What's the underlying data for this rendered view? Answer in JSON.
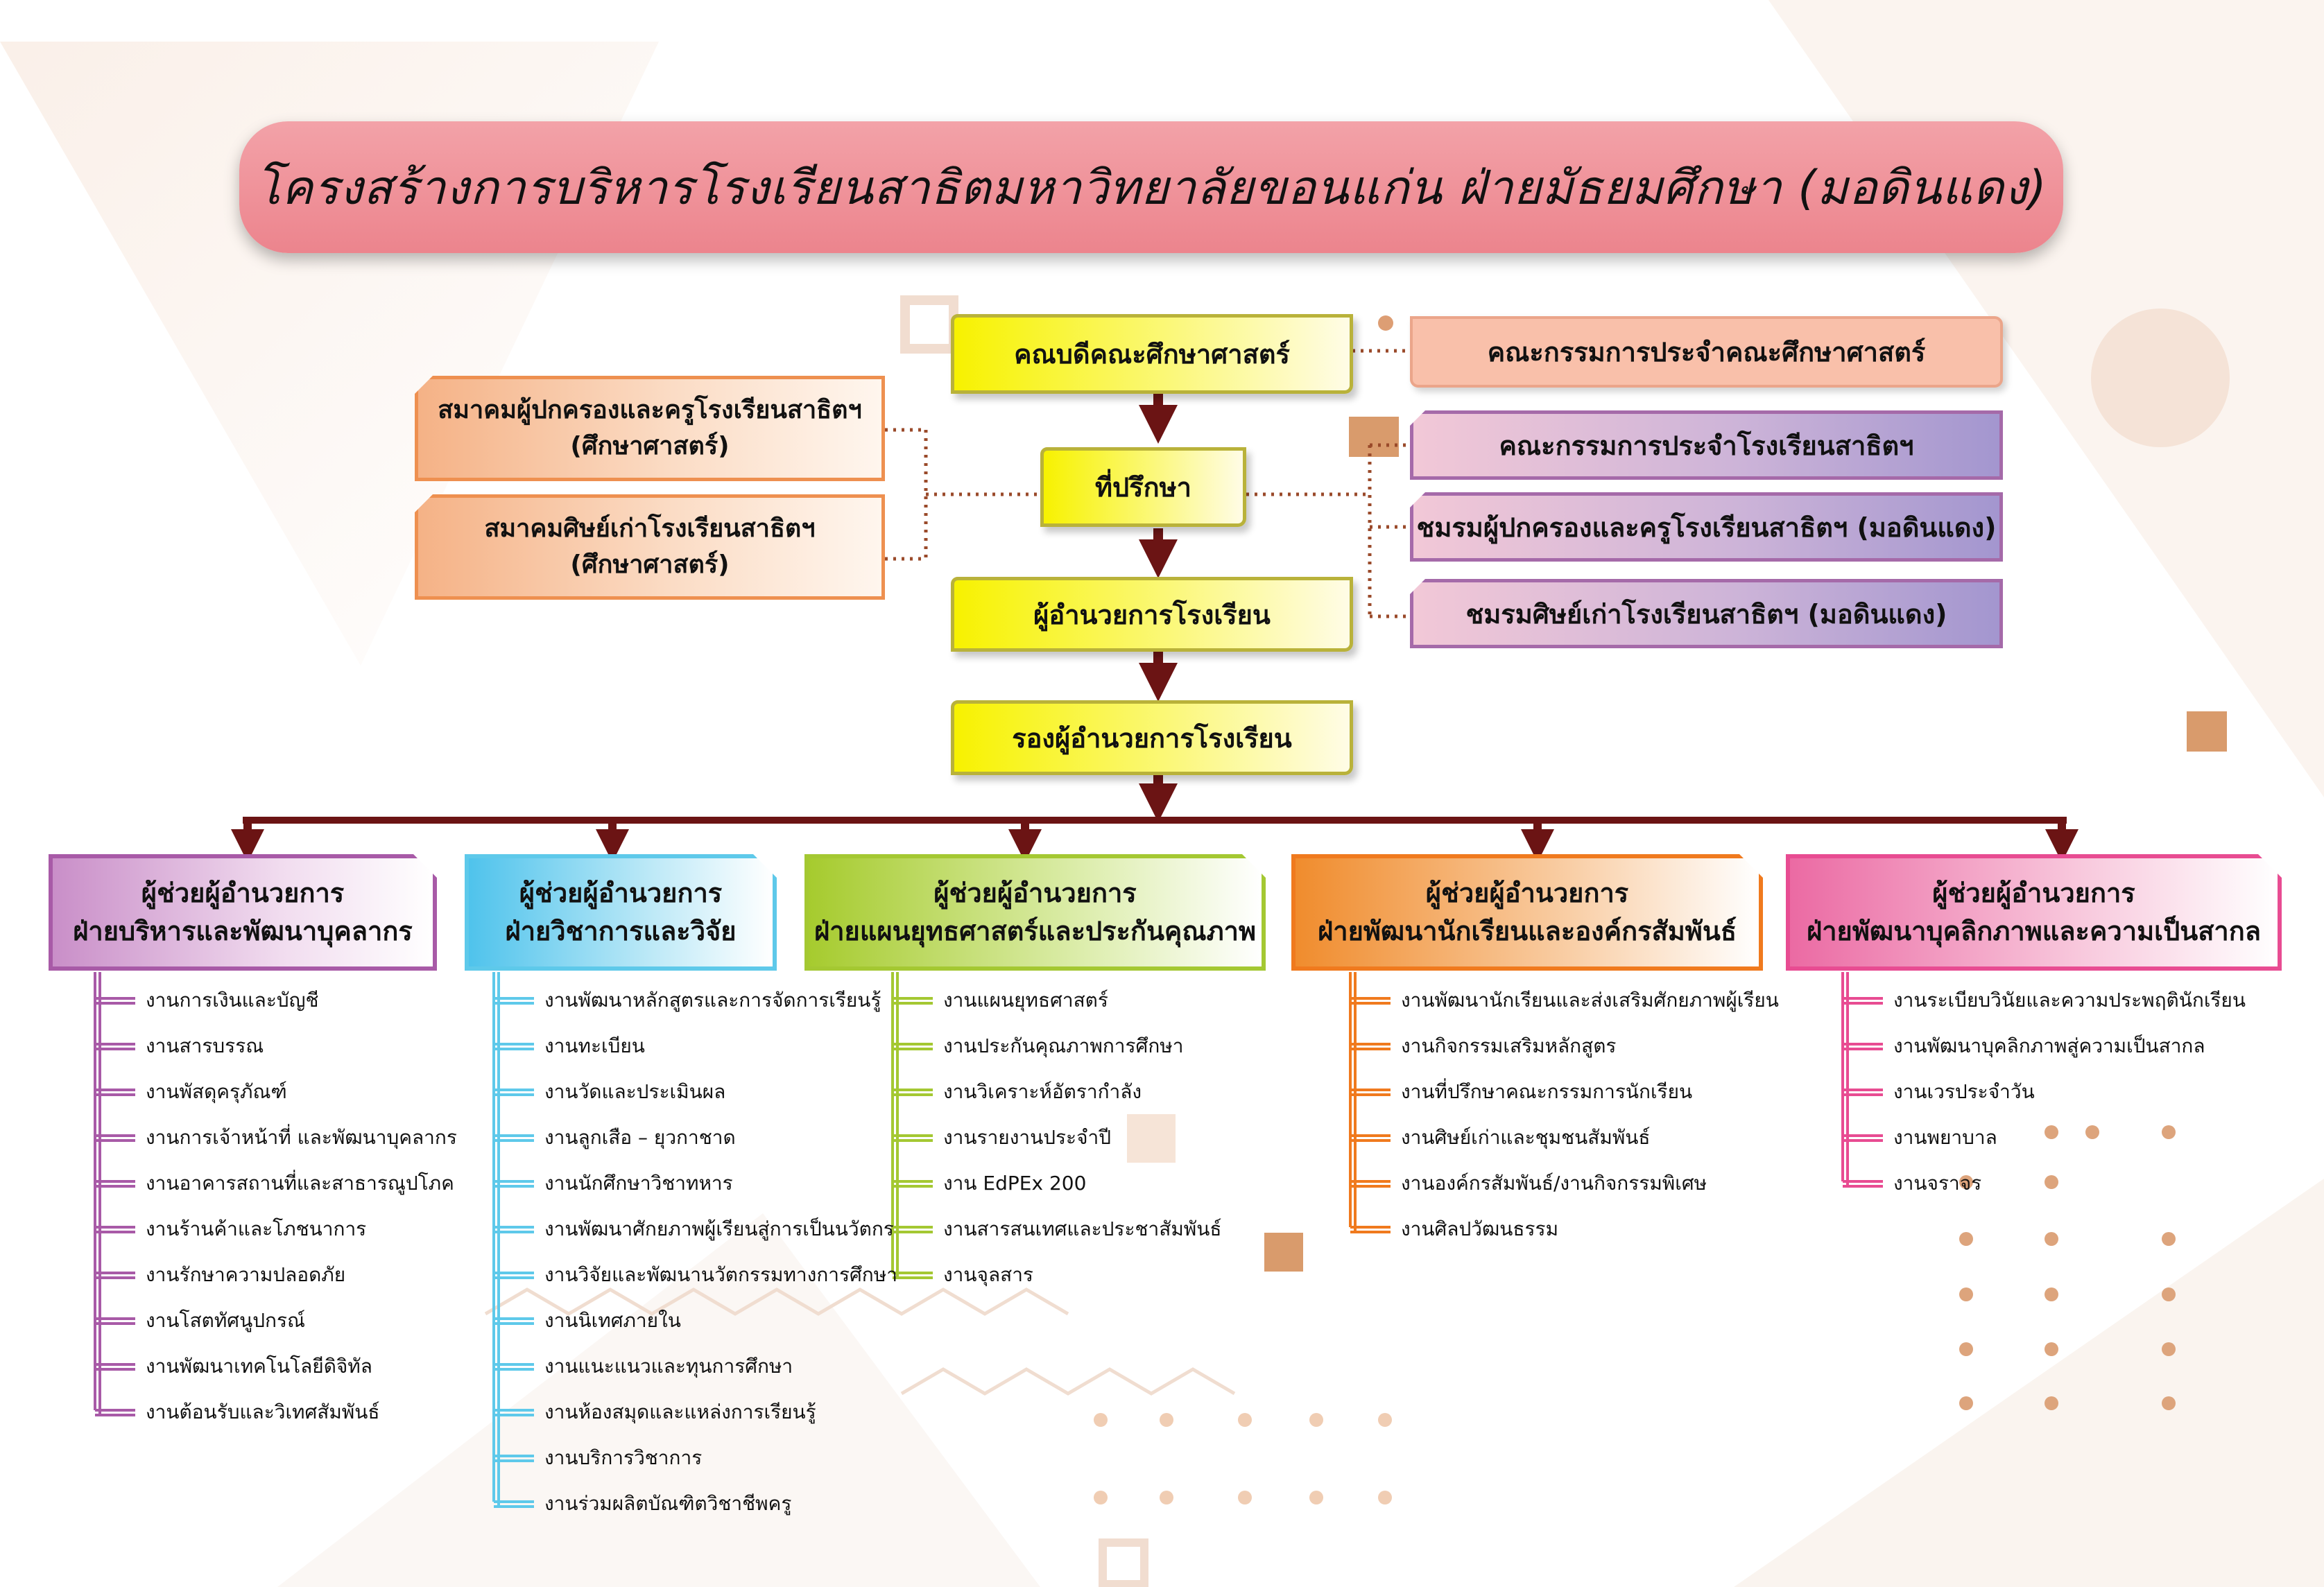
{
  "title": "โครงสร้างการบริหารโรงเรียนสาธิตมหาวิทยาลัยขอนแก่น ฝ่ายมัธยมศึกษา (มอดินแดง)",
  "colors": {
    "title_banner": "#ec848d",
    "arrow": "#6b1414",
    "dotted_line": "#9a4a2a",
    "yellow_box": "#f7f200",
    "decor_square": "#d99b6c",
    "dept1": "#a85aa7",
    "dept2": "#5ec9ea",
    "dept3": "#a4c832",
    "dept4": "#f07a1e",
    "dept5": "#e84c92"
  },
  "chain": {
    "dean": "คณบดีคณะศึกษาศาสตร์",
    "advisor": "ที่ปรึกษา",
    "director": "ผู้อำนวยการโรงเรียน",
    "deputy": "รองผู้อำนวยการโรงเรียน"
  },
  "left_boxes": [
    {
      "line1": "สมาคมผู้ปกครองและครูโรงเรียนสาธิตฯ",
      "line2": "(ศึกษาศาสตร์)"
    },
    {
      "line1": "สมาคมศิษย์เก่าโรงเรียนสาธิตฯ",
      "line2": "(ศึกษาศาสตร์)"
    }
  ],
  "right_boxes": {
    "faculty_committee": "คณะกรรมการประจำคณะศึกษาศาสตร์",
    "school_committee": "คณะกรรมการประจำโรงเรียนสาธิตฯ",
    "parents_club": "ชมรมผู้ปกครองและครูโรงเรียนสาธิตฯ (มอดินแดง)",
    "alumni_club": "ชมรมศิษย์เก่าโรงเรียนสาธิตฯ (มอดินแดง)"
  },
  "departments": [
    {
      "line1": "ผู้ช่วยผู้อำนวยการ",
      "line2": "ฝ่ายบริหารและพัฒนาบุคลากร",
      "items": [
        "งานการเงินและบัญชี",
        "งานสารบรรณ",
        "งานพัสดุครุภัณฑ์",
        "งานการเจ้าหน้าที่ และพัฒนาบุคลากร",
        "งานอาคารสถานที่และสาธารณูปโภค",
        "งานร้านค้าและโภชนาการ",
        "งานรักษาความปลอดภัย",
        "งานโสตทัศนูปกรณ์",
        "งานพัฒนาเทคโนโลยีดิจิทัล",
        "งานต้อนรับและวิเทศสัมพันธ์"
      ]
    },
    {
      "line1": "ผู้ช่วยผู้อำนวยการ",
      "line2": "ฝ่ายวิชาการและวิจัย",
      "items": [
        "งานพัฒนาหลักสูตรและการจัดการเรียนรู้",
        "งานทะเบียน",
        "งานวัดและประเมินผล",
        "งานลูกเสือ – ยุวกาชาด",
        "งานนักศึกษาวิชาทหาร",
        "งานพัฒนาศักยภาพผู้เรียนสู่การเป็นนวัตกร",
        "งานวิจัยและพัฒนานวัตกรรมทางการศึกษา",
        "งานนิเทศภายใน",
        "งานแนะแนวและทุนการศึกษา",
        "งานห้องสมุดและแหล่งการเรียนรู้",
        "งานบริการวิชาการ",
        "งานร่วมผลิตบัณฑิตวิชาชีพครู"
      ]
    },
    {
      "line1": "ผู้ช่วยผู้อำนวยการ",
      "line2": "ฝ่ายแผนยุทธศาสตร์และประกันคุณภาพ",
      "items": [
        "งานแผนยุทธศาสตร์",
        "งานประกันคุณภาพการศึกษา",
        "งานวิเคราะห์อัตรากำลัง",
        "งานรายงานประจำปี",
        "งาน EdPEx 200",
        "งานสารสนเทศและประชาสัมพันธ์",
        "งานจุลสาร"
      ]
    },
    {
      "line1": "ผู้ช่วยผู้อำนวยการ",
      "line2": "ฝ่ายพัฒนานักเรียนและองค์กรสัมพันธ์",
      "items": [
        "งานพัฒนานักเรียนและส่งเสริมศักยภาพผู้เรียน",
        "งานกิจกรรมเสริมหลักสูตร",
        "งานที่ปรึกษาคณะกรรมการนักเรียน",
        "งานศิษย์เก่าและชุมชนสัมพันธ์",
        "งานองค์กรสัมพันธ์/งานกิจกรรมพิเศษ",
        "งานศิลปวัฒนธรรม"
      ]
    },
    {
      "line1": "ผู้ช่วยผู้อำนวยการ",
      "line2": "ฝ่ายพัฒนาบุคลิกภาพและความเป็นสากล",
      "items": [
        "งานระเบียบวินัยและความประพฤตินักเรียน",
        "งานพัฒนาบุคลิกภาพสู่ความเป็นสากล",
        "งานเวรประจำวัน",
        "งานพยาบาล",
        "งานจราจร"
      ]
    }
  ]
}
